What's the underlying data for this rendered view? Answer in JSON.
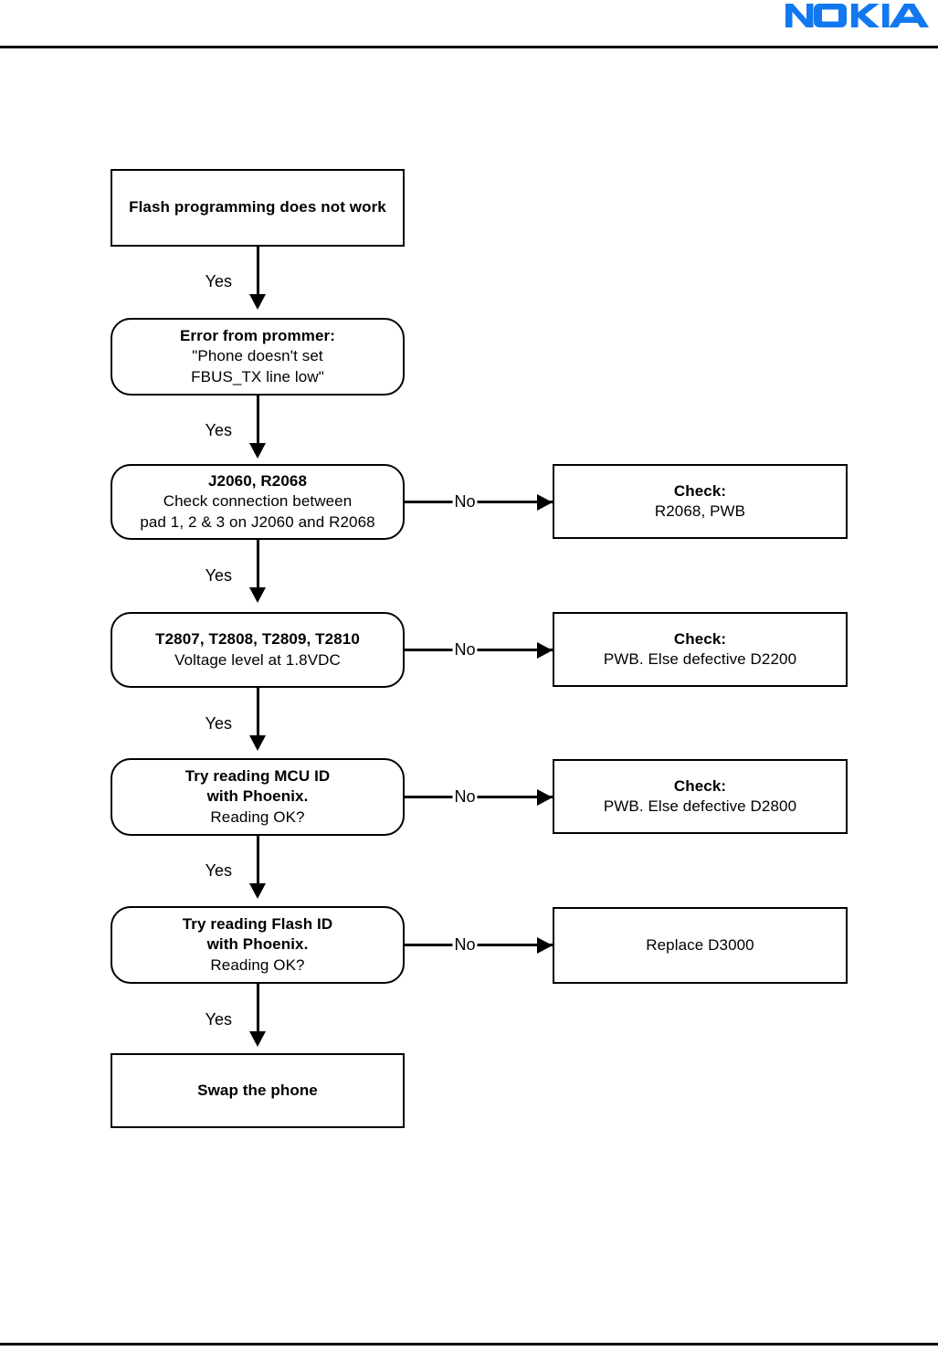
{
  "page": {
    "background_color": "#ffffff",
    "rule_color": "#000000",
    "text_color": "#000000"
  },
  "header": {
    "logo_text": "NOKIA",
    "logo_color": "#1278f0"
  },
  "flowchart": {
    "type": "troubleshooting-flowchart",
    "title": "Flash programming does not work",
    "nodes": [
      {
        "id": "start",
        "shape": "rect",
        "lines": [
          {
            "text": "Flash programming does not work",
            "bold": true
          }
        ]
      },
      {
        "id": "error-prommer",
        "shape": "rounded",
        "lines": [
          {
            "text": "Error from prommer:",
            "bold": true
          },
          {
            "text": "\"Phone doesn't set",
            "bold": false
          },
          {
            "text": "FBUS_TX line low\"",
            "bold": false
          }
        ]
      },
      {
        "id": "j2060-r2068",
        "shape": "rounded",
        "lines": [
          {
            "text": "J2060, R2068",
            "bold": true
          },
          {
            "text": "Check connection between",
            "bold": false
          },
          {
            "text": "pad 1, 2 & 3 on J2060 and R2068",
            "bold": false
          }
        ]
      },
      {
        "id": "check-r2068-pwb",
        "shape": "rect",
        "lines": [
          {
            "text": "Check:",
            "bold": true
          },
          {
            "text": "R2068, PWB",
            "bold": false
          }
        ]
      },
      {
        "id": "t2807-t2810",
        "shape": "rounded",
        "lines": [
          {
            "text": "T2807, T2808, T2809, T2810",
            "bold": true
          },
          {
            "text": "Voltage level at 1.8VDC",
            "bold": false
          }
        ]
      },
      {
        "id": "check-d2200",
        "shape": "rect",
        "lines": [
          {
            "text": "Check:",
            "bold": true
          },
          {
            "text": "PWB. Else defective D2200",
            "bold": false
          }
        ]
      },
      {
        "id": "read-mcu-id",
        "shape": "rounded",
        "lines": [
          {
            "text": "Try reading MCU ID",
            "bold": true
          },
          {
            "text": "with Phoenix.",
            "bold": true
          },
          {
            "text": "Reading OK?",
            "bold": false
          }
        ]
      },
      {
        "id": "check-d2800",
        "shape": "rect",
        "lines": [
          {
            "text": "Check:",
            "bold": true
          },
          {
            "text": "PWB. Else defective D2800",
            "bold": false
          }
        ]
      },
      {
        "id": "read-flash-id",
        "shape": "rounded",
        "lines": [
          {
            "text": "Try reading Flash ID",
            "bold": true
          },
          {
            "text": "with Phoenix.",
            "bold": true
          },
          {
            "text": "Reading OK?",
            "bold": false
          }
        ]
      },
      {
        "id": "replace-d3000",
        "shape": "rect",
        "lines": [
          {
            "text": "Replace D3000",
            "bold": false
          }
        ]
      },
      {
        "id": "swap-phone",
        "shape": "rect",
        "lines": [
          {
            "text": "Swap the phone",
            "bold": true
          }
        ]
      }
    ],
    "edges": [
      {
        "from": "start",
        "to": "error-prommer",
        "label": "Yes"
      },
      {
        "from": "error-prommer",
        "to": "j2060-r2068",
        "label": "Yes"
      },
      {
        "from": "j2060-r2068",
        "to": "check-r2068-pwb",
        "label": "No"
      },
      {
        "from": "j2060-r2068",
        "to": "t2807-t2810",
        "label": "Yes"
      },
      {
        "from": "t2807-t2810",
        "to": "check-d2200",
        "label": "No"
      },
      {
        "from": "t2807-t2810",
        "to": "read-mcu-id",
        "label": "Yes"
      },
      {
        "from": "read-mcu-id",
        "to": "check-d2800",
        "label": "No"
      },
      {
        "from": "read-mcu-id",
        "to": "read-flash-id",
        "label": "Yes"
      },
      {
        "from": "read-flash-id",
        "to": "replace-d3000",
        "label": "No"
      },
      {
        "from": "read-flash-id",
        "to": "swap-phone",
        "label": "Yes"
      }
    ],
    "edge_labels": {
      "yes_1": "Yes",
      "yes_2": "Yes",
      "yes_3": "Yes",
      "yes_4": "Yes",
      "yes_5": "Yes",
      "no_1": "No",
      "no_2": "No",
      "no_3": "No",
      "no_4": "No"
    }
  }
}
